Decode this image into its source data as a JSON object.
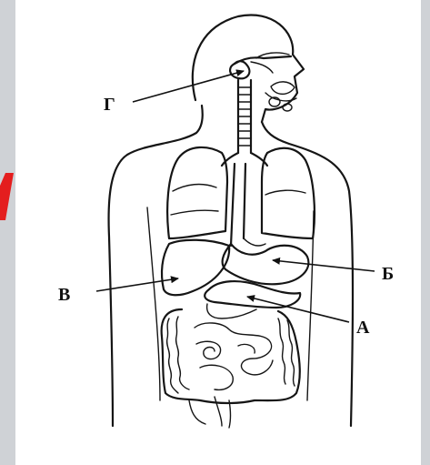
{
  "diagram": {
    "labels": {
      "a": "А",
      "b": "Б",
      "v": "В",
      "g": "Г"
    }
  },
  "colors": {
    "background": "#cfd2d6",
    "panel": "#ffffff",
    "ink": "#151515",
    "accent_mark": "#e41e1e"
  }
}
